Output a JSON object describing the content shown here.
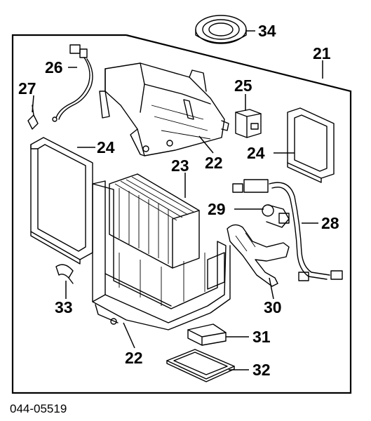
{
  "diagram": {
    "caption": "044-05519",
    "callouts": {
      "c34": "34",
      "c21": "21",
      "c26": "26",
      "c27": "27",
      "c25": "25",
      "c24a": "24",
      "c24b": "24",
      "c22a": "22",
      "c23": "23",
      "c29": "29",
      "c28": "28",
      "c33": "33",
      "c30": "30",
      "c31": "31",
      "c22b": "22",
      "c32": "32"
    }
  }
}
